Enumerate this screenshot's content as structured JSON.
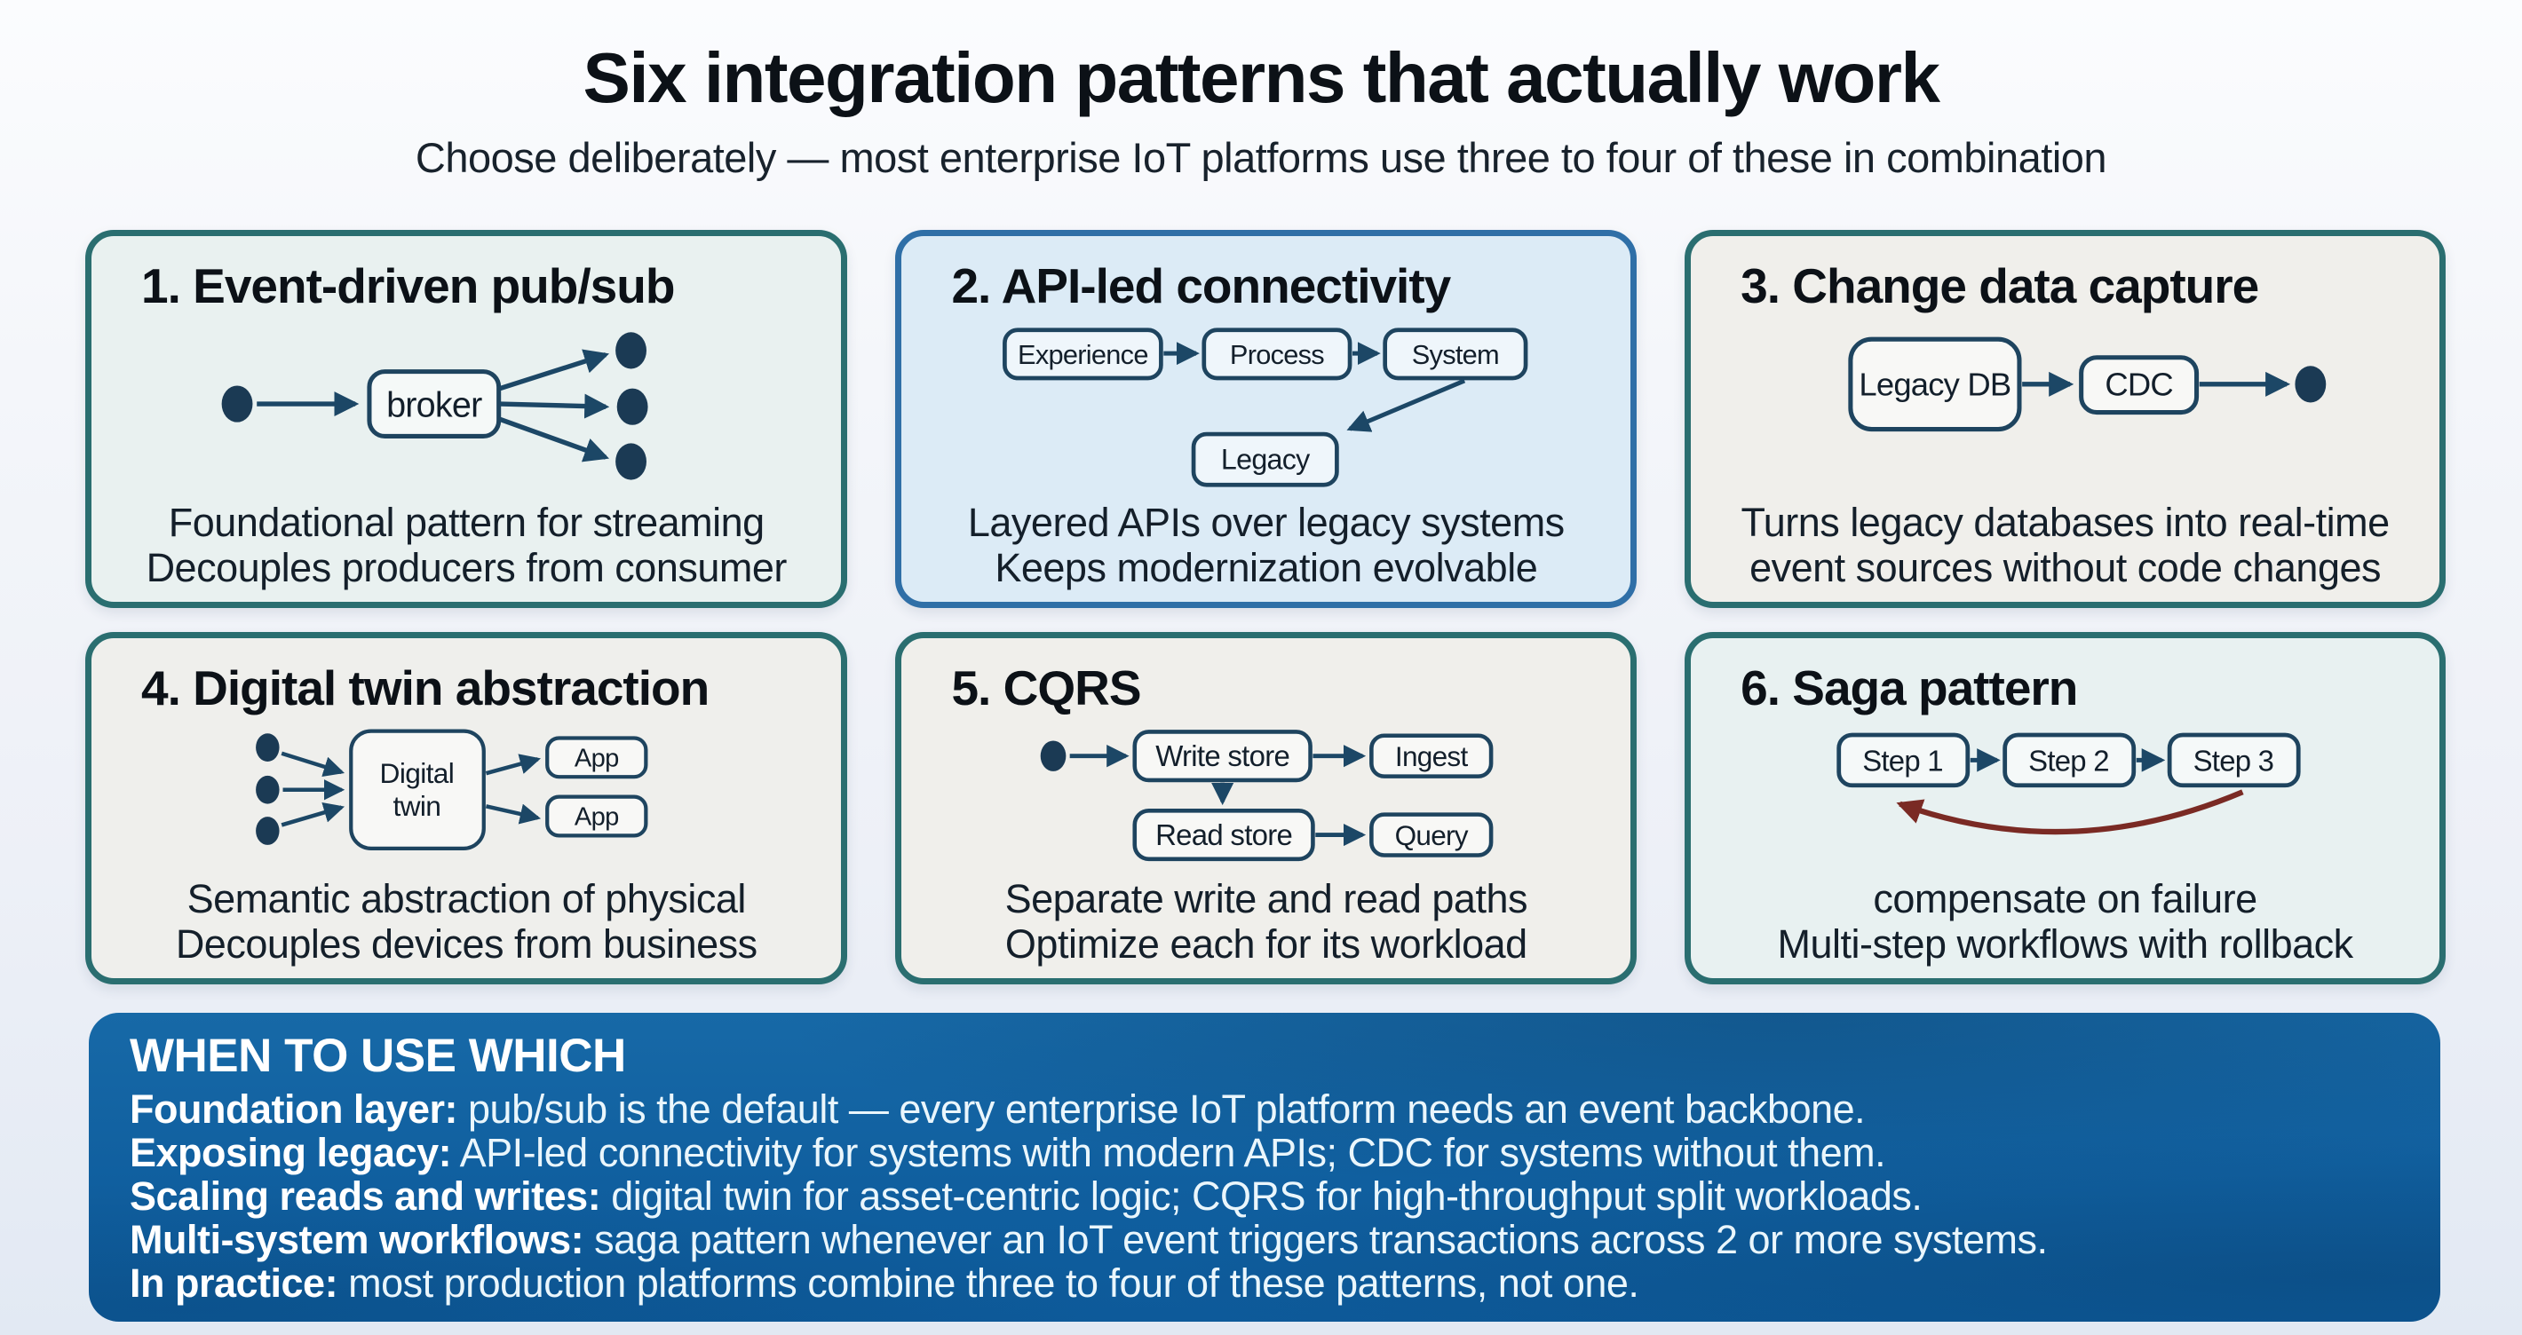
{
  "page": {
    "title": "Six integration patterns that actually work",
    "subtitle": "Choose deliberately — most enterprise IoT platforms use three to four of these in combination"
  },
  "colors": {
    "card_border_teal": "#2a6e70",
    "card_border_blue": "#2f6fa7",
    "card_bg_mint": "#e9f1f0",
    "card_bg_blue": "#dcebf6",
    "card_bg_paper": "#f0efeb",
    "diagram_ink": "#1c4766",
    "node_border": "#1e445f",
    "saga_return_red": "#7a2a24",
    "footer_bg": "#105f9f",
    "footer_text": "#f2fafd"
  },
  "cards": [
    {
      "title": "1. Event-driven pub/sub",
      "nodes": {
        "broker": "broker"
      },
      "caption1": "Foundational pattern for streaming",
      "caption2": "Decouples producers from consumer"
    },
    {
      "title": "2. API-led connectivity",
      "nodes": {
        "experience": "Experience",
        "process": "Process",
        "system": "System",
        "legacy": "Legacy"
      },
      "caption1": "Layered APIs over legacy systems",
      "caption2": "Keeps modernization evolvable"
    },
    {
      "title": "3. Change data capture",
      "nodes": {
        "legacy_db": "Legacy DB",
        "cdc": "CDC"
      },
      "caption1": "Turns legacy databases into real-time",
      "caption2": "event sources without code changes"
    },
    {
      "title": "4. Digital twin abstraction",
      "nodes": {
        "digital_twin_line1": "Digital",
        "digital_twin_line2": "twin",
        "app1": "App",
        "app2": "App"
      },
      "caption1": "Semantic abstraction of physical",
      "caption2": "Decouples devices from business"
    },
    {
      "title": "5. CQRS",
      "nodes": {
        "write_store": "Write store",
        "ingest": "Ingest",
        "read_store": "Read store",
        "query": "Query"
      },
      "caption1": "Separate write and read paths",
      "caption2": "Optimize each for its workload"
    },
    {
      "title": "6. Saga pattern",
      "nodes": {
        "step1": "Step 1",
        "step2": "Step 2",
        "step3": "Step 3"
      },
      "caption1": "compensate on failure",
      "caption2": "Multi-step workflows with rollback"
    }
  ],
  "footer": {
    "heading": "WHEN TO USE WHICH",
    "lines": [
      {
        "bold": "Foundation layer:",
        "rest": " pub/sub is the default — every enterprise IoT platform needs an event backbone."
      },
      {
        "bold": "Exposing legacy:",
        "rest": " API-led connectivity for systems with modern APIs; CDC for systems without them."
      },
      {
        "bold": "Scaling reads and writes:",
        "rest": " digital twin for asset-centric logic; CQRS for high-throughput split workloads."
      },
      {
        "bold": "Multi-system workflows:",
        "rest": " saga pattern whenever an IoT event triggers transactions across 2 or more systems."
      },
      {
        "bold": "In practice:",
        "rest": " most production platforms combine three to four of these patterns, not one."
      }
    ]
  }
}
